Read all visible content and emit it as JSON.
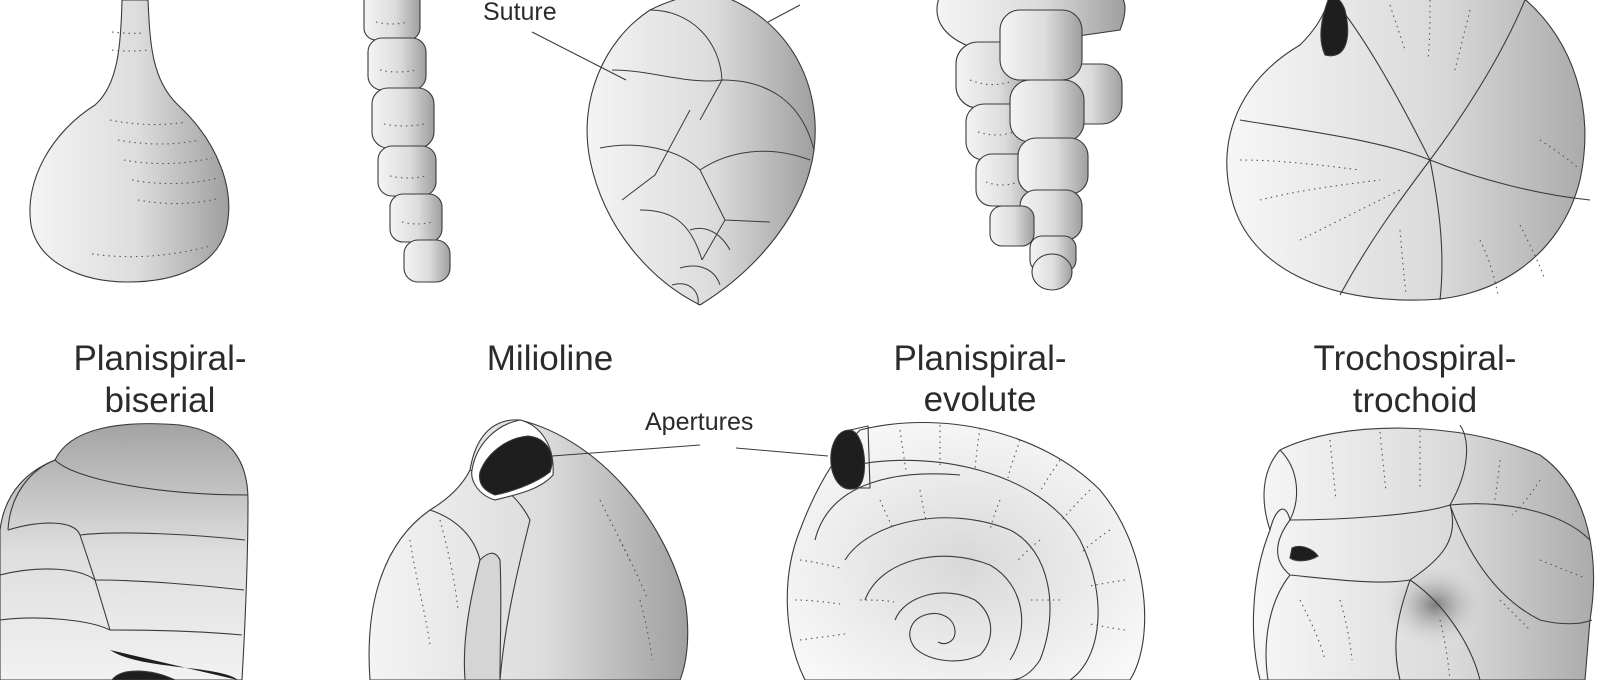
{
  "panels": [
    {
      "title_line1": "Planispiral-",
      "title_line2": "biserial"
    },
    {
      "title_line1": "Milioline",
      "title_line2": ""
    },
    {
      "title_line1": "Planispiral-",
      "title_line2": "evolute"
    },
    {
      "title_line1": "Trochospiral-",
      "title_line2": "trochoid"
    }
  ],
  "annotations": {
    "suture": "Suture",
    "apertures": "Apertures"
  },
  "colors": {
    "shell_light": "#f2f2f2",
    "shell_dark": "#a9a9a9",
    "outline": "#3a3a3a",
    "aperture": "#1e1e1e"
  }
}
